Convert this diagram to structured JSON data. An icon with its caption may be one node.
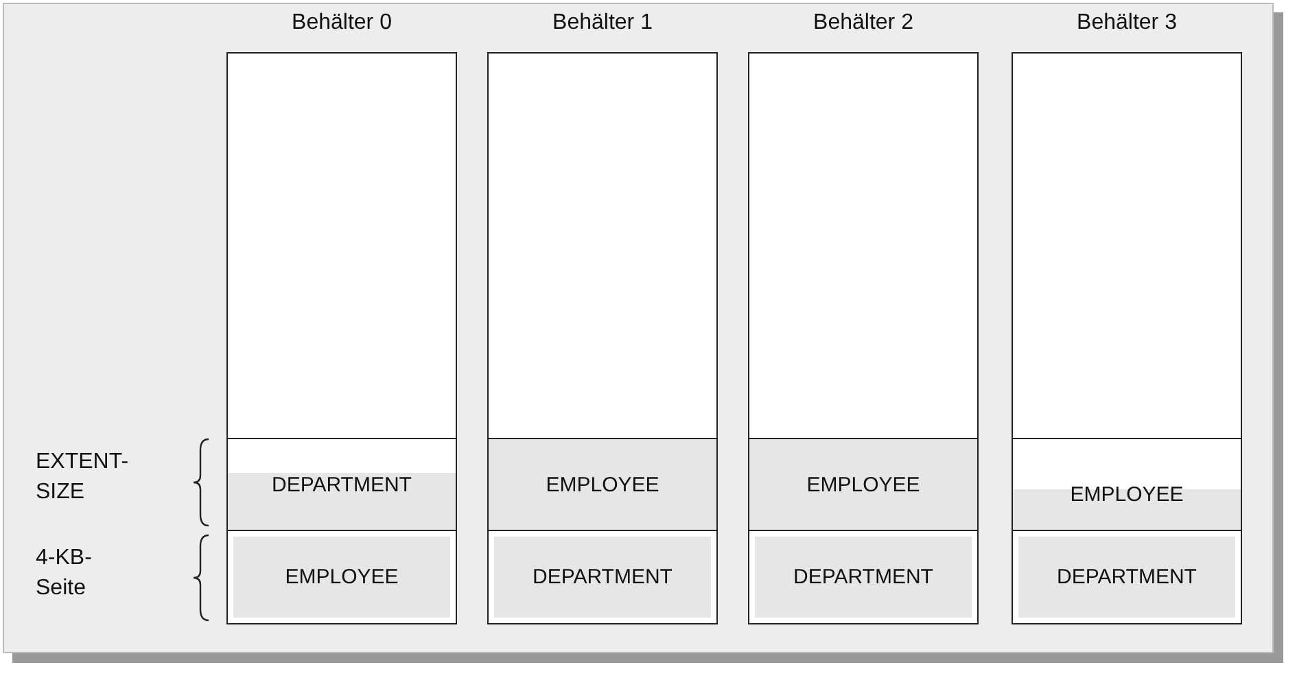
{
  "diagram": {
    "nodes": [
      {
        "text": [
          "Behälter 0"
        ]
      },
      {
        "text": [
          "DEPARTMENT"
        ],
        "in": 0
      },
      {
        "text": [
          "EMPLOYEE"
        ],
        "in": 0
      },
      {
        "text": [
          "Behälter 1"
        ]
      },
      {
        "text": [
          "EMPLOYEE"
        ],
        "in": 3
      },
      {
        "text": [
          "DEPARTMENT"
        ],
        "in": 3
      },
      {
        "text": [
          "Behälter 2"
        ]
      },
      {
        "text": [
          "EMPLOYEE"
        ],
        "in": 6
      },
      {
        "text": [
          "DEPARTMENT"
        ],
        "in": 6
      },
      {
        "text": [
          "Behälter 3"
        ]
      },
      {
        "text": [
          "EMPLOYEE"
        ],
        "in": 9
      },
      {
        "text": [
          "DEPARTMENT"
        ],
        "in": 9
      }
    ],
    "labels": [
      "EXTENT-SIZE",
      "4-KB-Seite"
    ]
  }
}
